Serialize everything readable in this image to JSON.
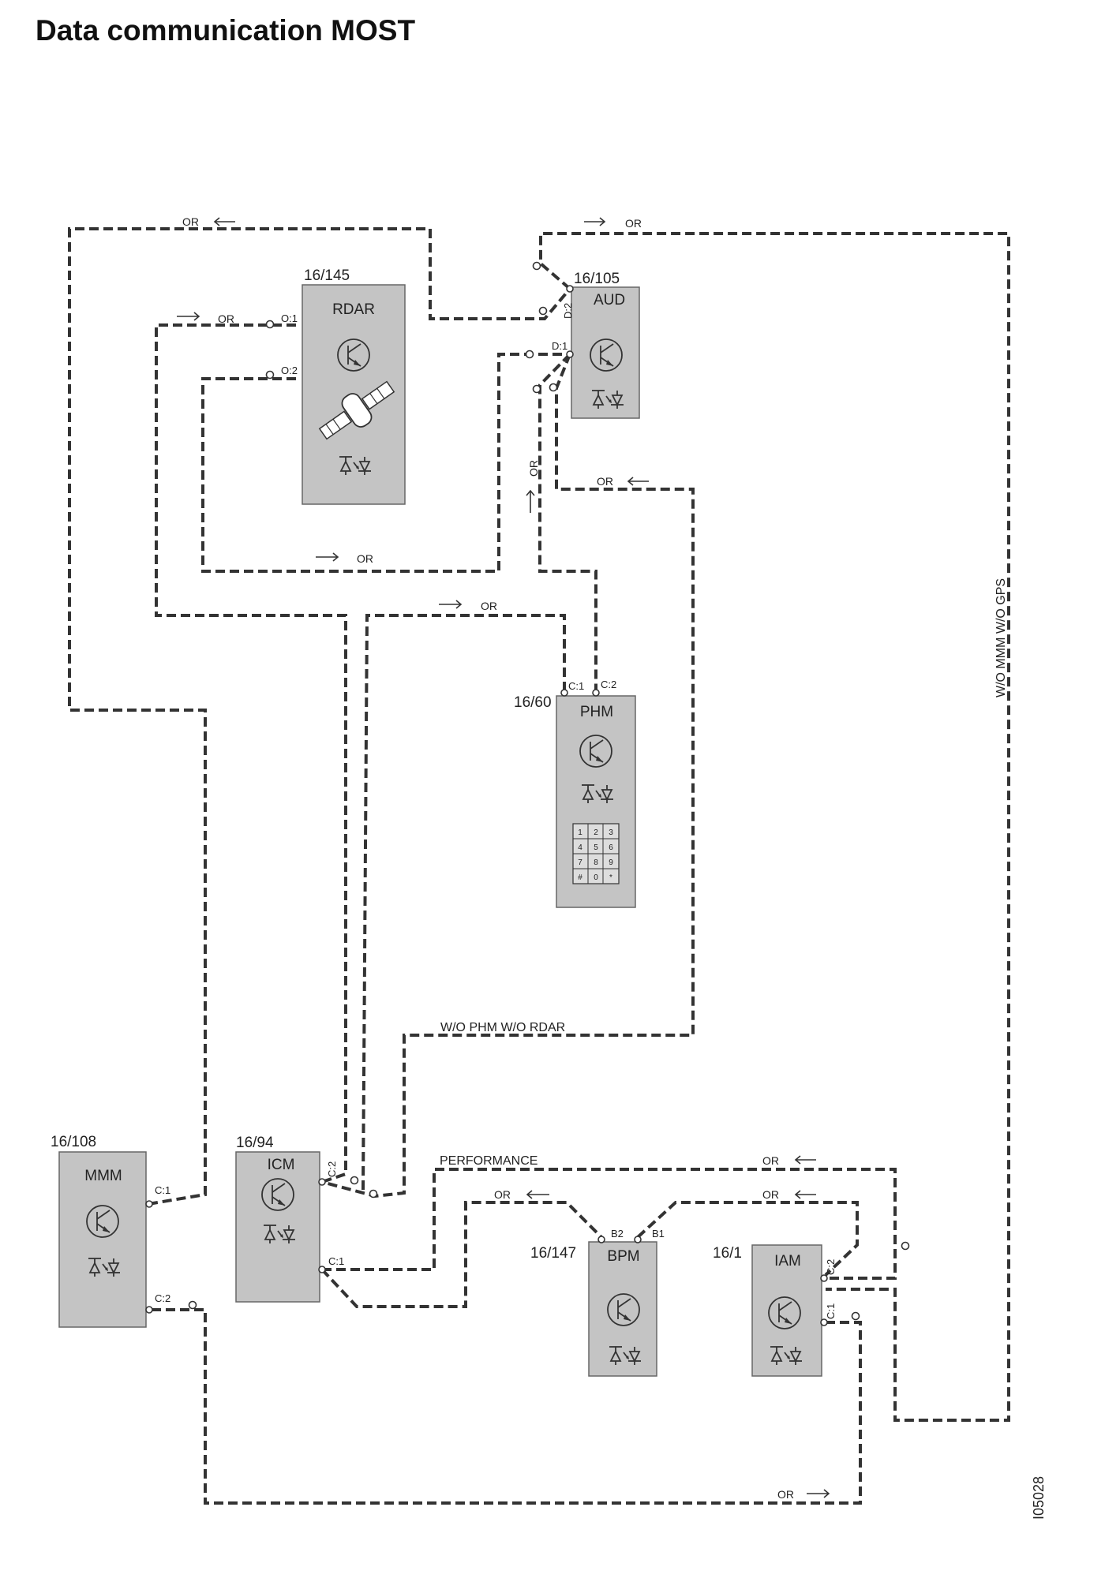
{
  "title": "Data communication MOST",
  "figure_code": "I05028",
  "modules": {
    "rdar": {
      "ref": "16/145",
      "name": "RDAR",
      "pins": [
        "O:1",
        "O:2"
      ]
    },
    "aud": {
      "ref": "16/105",
      "name": "AUD",
      "pins": [
        "D:2",
        "D:1"
      ]
    },
    "phm": {
      "ref": "16/60",
      "name": "PHM",
      "pins": [
        "C:1",
        "C:2"
      ],
      "keypad": [
        "1",
        "2",
        "3",
        "4",
        "5",
        "6",
        "7",
        "8",
        "9",
        "#",
        "0",
        "*"
      ]
    },
    "mmm": {
      "ref": "16/108",
      "name": "MMM",
      "pins": [
        "C:1",
        "C:2"
      ]
    },
    "icm": {
      "ref": "16/94",
      "name": "ICM",
      "pins": [
        "C:2",
        "C:1"
      ]
    },
    "bpm": {
      "ref": "16/147",
      "name": "BPM",
      "pins": [
        "B2",
        "B1"
      ]
    },
    "iam": {
      "ref": "16/1",
      "name": "IAM",
      "pins": [
        "C:2",
        "C:1"
      ]
    }
  },
  "wire_labels": {
    "or": "OR",
    "wo_mmm_wo_gps": "W/O MMM W/O GPS",
    "wo_phm_wo_rdar": "W/O PHM W/O RDAR",
    "performance": "PERFORMANCE"
  },
  "colors": {
    "module_fill": "#c4c4c4",
    "wire": "#333333"
  }
}
